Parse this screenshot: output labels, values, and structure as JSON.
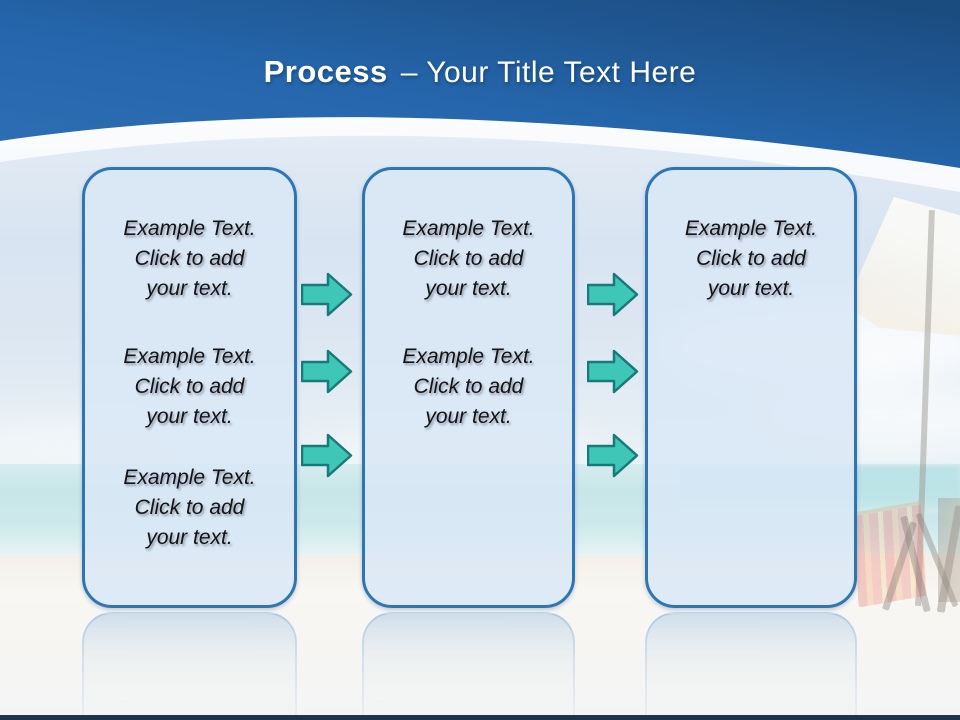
{
  "header": {
    "title_bold": "Process",
    "title_rest": "– Your Title Text Here"
  },
  "columns": [
    {
      "name": "step-1",
      "paragraphs": [
        "Example Text.\nClick  to add\nyour text.",
        "Example Text.\nClick  to add\nyour text.",
        "Example Text.\nClick  to add\nyour text."
      ]
    },
    {
      "name": "step-2",
      "paragraphs": [
        "Example Text.\nClick  to add\nyour text.",
        "Example Text.\nClick  to add\nyour text."
      ]
    },
    {
      "name": "step-3",
      "paragraphs": [
        "Example Text.\nClick  to add\nyour text."
      ]
    }
  ],
  "arrows": {
    "direction": "right",
    "between_step1_step2": 3,
    "between_step2_step3": 3
  },
  "colors": {
    "header_blue_light": "#2f6fb4",
    "header_blue_dark": "#1b4c80",
    "box_fill": "#d9e7f5",
    "box_border": "#2e75b6",
    "arrow_fill": "#3ec6b6",
    "arrow_border": "#187a7a",
    "title_text": "#ffffff",
    "body_text": "#141414",
    "sea_teal": "#aedade",
    "sand": "#f2f1ec",
    "bottom_strip": "#20334c"
  }
}
